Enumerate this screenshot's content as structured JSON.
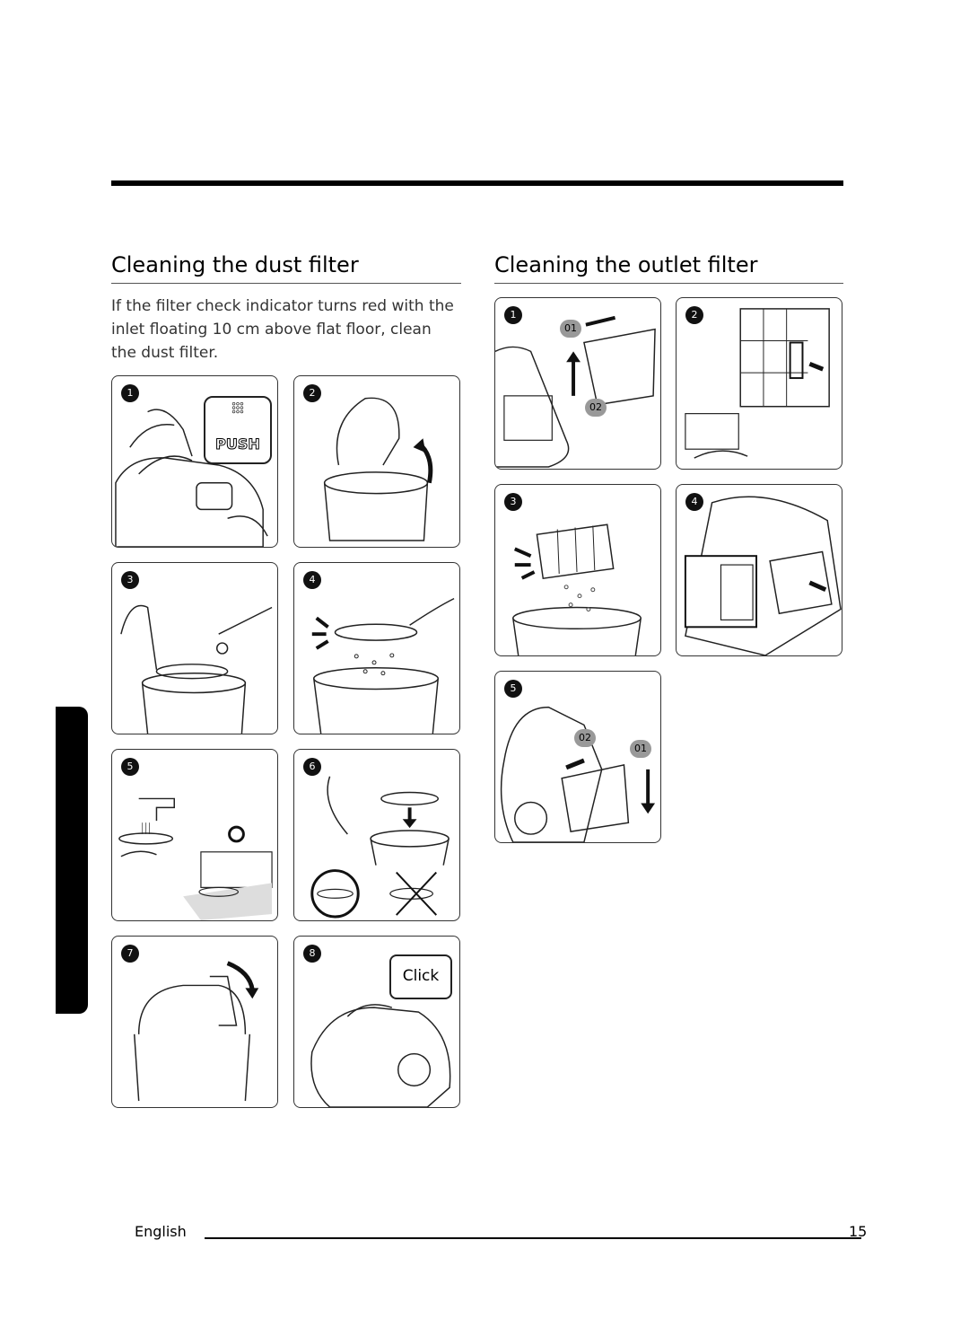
{
  "dust": {
    "title": "Cleaning the dust filter",
    "intro": "If the filter check indicator turns red with the inlet floating 10 cm above flat floor, clean the dust filter.",
    "steps": [
      "1",
      "2",
      "3",
      "4",
      "5",
      "6",
      "7",
      "8"
    ],
    "push_label": "PUSH",
    "click_label": "Click"
  },
  "outlet": {
    "title": "Cleaning the outlet filter",
    "steps": [
      "1",
      "2",
      "3",
      "4",
      "5"
    ],
    "tag_01": "01",
    "tag_02": "02"
  },
  "footer": {
    "language": "English",
    "page_number": "15"
  }
}
